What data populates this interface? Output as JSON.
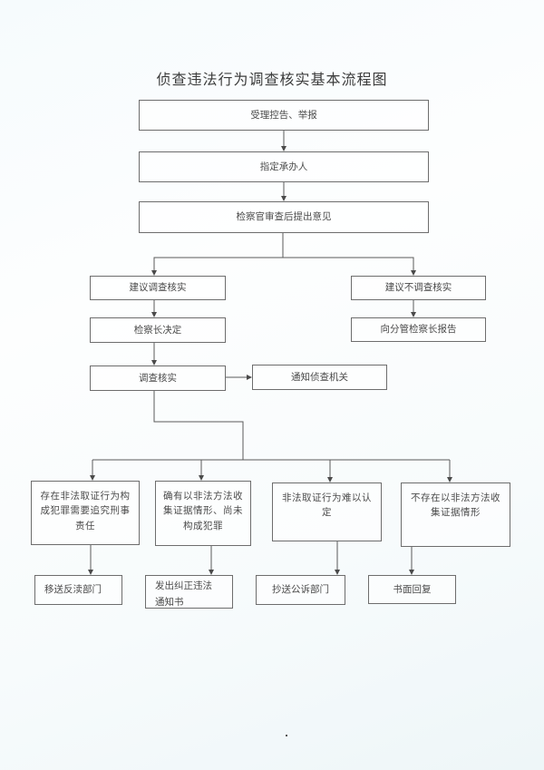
{
  "title": "侦查违法行为调查核实基本流程图",
  "nodes": {
    "accept": "受理控告、举报",
    "assign": "指定承办人",
    "review": "检察官审查后提出意见",
    "suggest_investigate": "建议调查核实",
    "suggest_not_investigate": "建议不调查核实",
    "chief_decide": "检察长决定",
    "report_deputy": "向分管检察长报告",
    "investigate": "调查核实",
    "notify_agency": "通知侦查机关",
    "outcome_crime": "存在非法取证行为构成犯罪需要追究刑事责任",
    "outcome_illegal_no_crime": "确有以非法方法收集证据情形、尚未构成犯罪",
    "outcome_hard_to_determine": "非法取证行为难以认定",
    "outcome_none": "不存在以非法方法收集证据情形",
    "action_transfer": "移送反渎部门",
    "action_correction_notice": "发出纠正违法通知书",
    "action_copy_prosecution": "抄送公诉部门",
    "action_written_reply": "书面回复"
  },
  "colors": {
    "line": "#5a5a5a",
    "border": "#6d6d6d",
    "text": "#4a4a4a"
  }
}
